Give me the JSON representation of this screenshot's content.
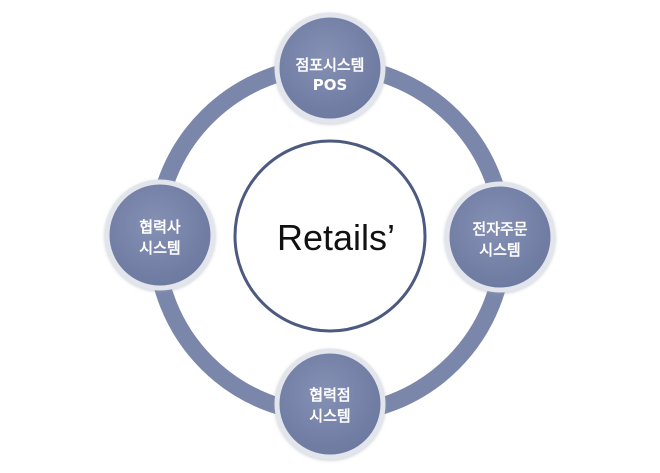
{
  "diagram": {
    "center": {
      "label": "Retails’"
    },
    "nodes": {
      "top": {
        "line1": "점포시스템",
        "line2": "POS"
      },
      "right": {
        "line1": "전자주문",
        "line2": "시스템"
      },
      "bottom": {
        "line1": "협력점",
        "line2": "시스템"
      },
      "left": {
        "line1": "협력사",
        "line2": "시스템"
      }
    },
    "colors": {
      "ring": "#7a87ab",
      "node_fill": "#7481a8",
      "node_border": "#e3e5ec",
      "center_border": "#4d5a80",
      "label": "#ffffff"
    }
  }
}
